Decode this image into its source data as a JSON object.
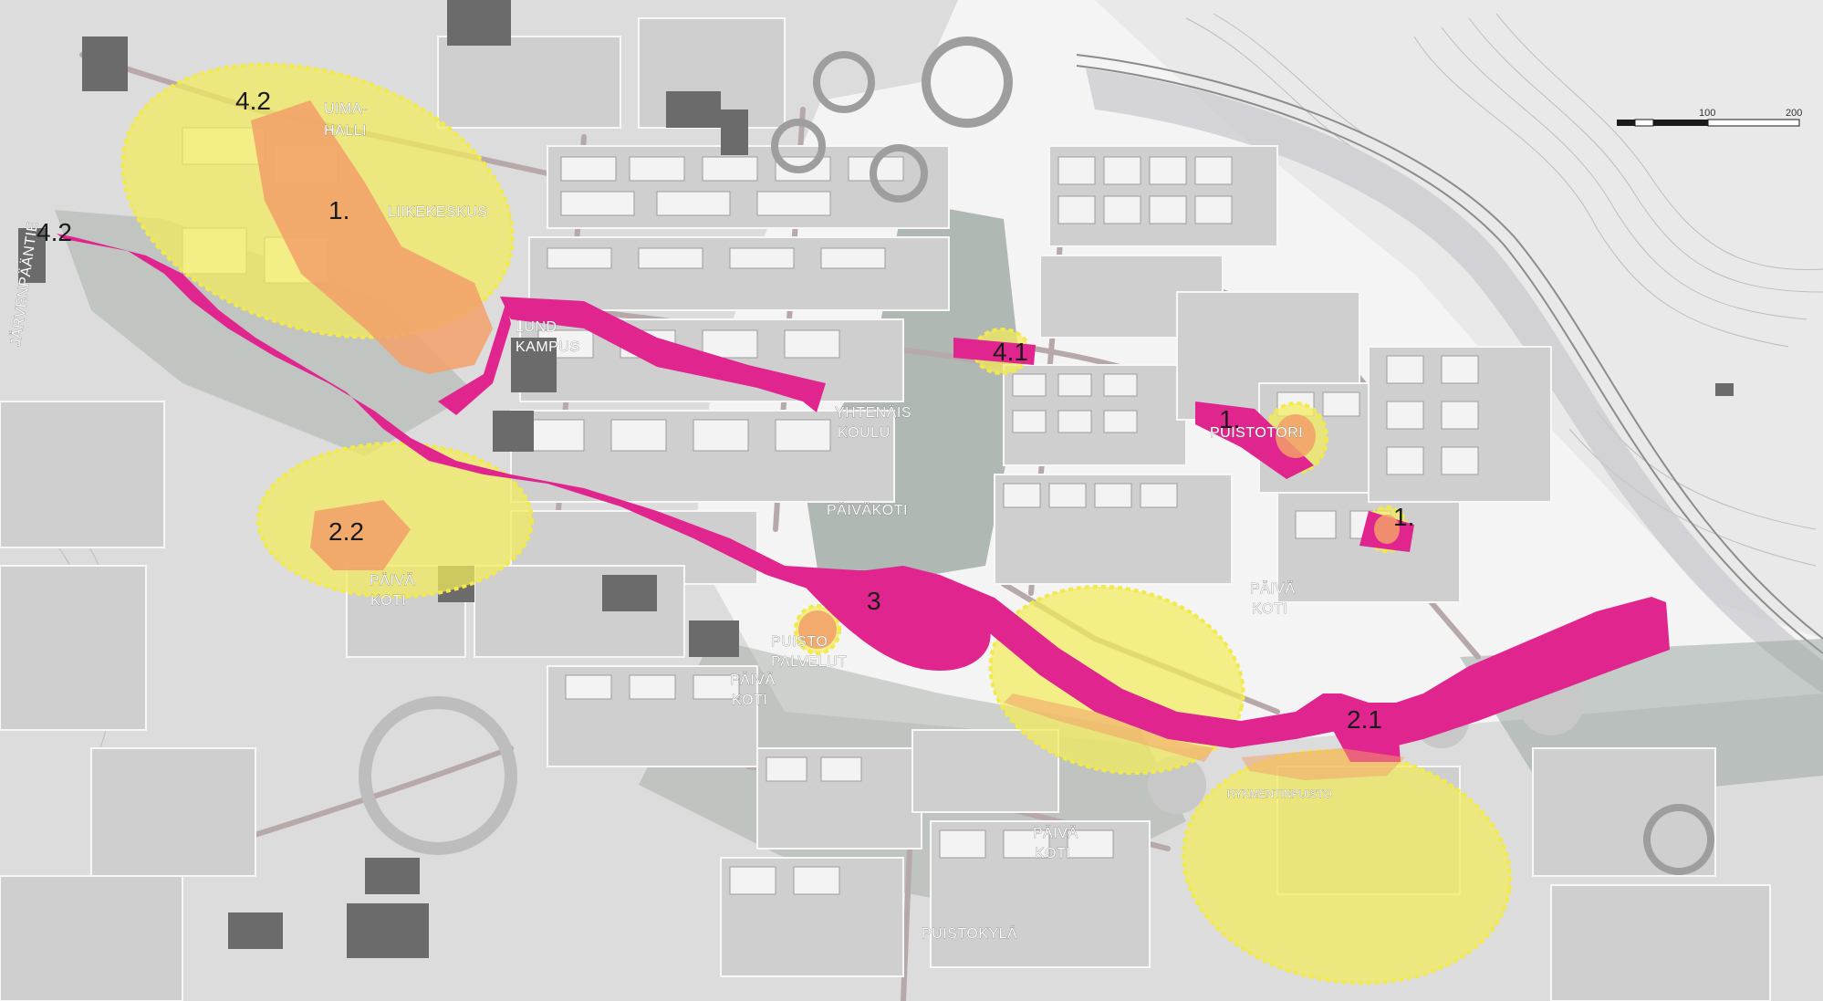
{
  "colors": {
    "paper": "#f4f4f4",
    "terrain": "#d9d9d9",
    "block": "#c9c9c9",
    "building": "#eeeeee",
    "building_dark": "#6b6b6b",
    "street": "#b7a9a9",
    "park": "#8d9a93",
    "corridor": "#e0258f",
    "zone_yellow": "#f3ec5a",
    "zone_orange": "#f3a06a"
  },
  "scale": {
    "ticks": [
      "100",
      "200"
    ]
  },
  "zones": {
    "n42_top": "4.2",
    "n42_left": "4.2",
    "n1_center": "1.",
    "n41": "4.1",
    "n1_torni": "1.",
    "n1_small": "1.",
    "n22": "2.2",
    "n3": "3",
    "n21": "2.1"
  },
  "places": {
    "uimahalli_1": "UIMA-",
    "uimahalli_2": "HALLI",
    "liikekeskus": "LIIKEKESKUS",
    "lundikampus_1": "LUND",
    "lundikampus_2": "KAMPUS",
    "yhtenaiskoulu_1": "YHTENÄIS",
    "yhtenaiskoulu_2": "KOULU",
    "paivakoti_center": "PÄIVÄKOTI",
    "paivakoti_left_1": "PÄIVÄ",
    "paivakoti_left_2": "KOTI",
    "puistopalvelut_1": "PUISTO",
    "puistopalvelut_2": "PALVELUT",
    "paivakoti_mid_1": "PÄIVÄ",
    "paivakoti_mid_2": "KOTI",
    "puistotori": "PUISTOTORI",
    "paivakoti_right_1": "PÄIVÄ",
    "paivakoti_right_2": "KOTI",
    "rykmentinpuisto": "RYKMENTINPUISTO",
    "paivakoti_south_1": "PÄIVÄ",
    "paivakoti_south_2": "KOTI",
    "puistokyla": "PUISTOKYLÄ",
    "jarvenpaantie": "JÄRVENPÄÄNTIE"
  }
}
